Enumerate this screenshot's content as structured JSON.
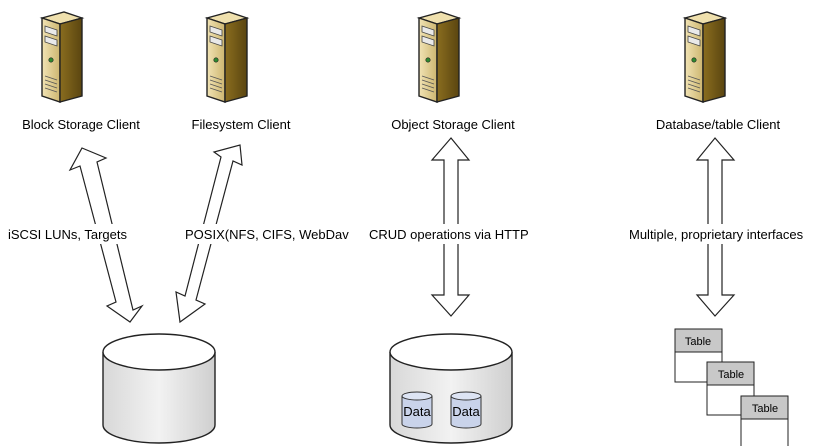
{
  "clients": [
    {
      "name": "Block Storage Client"
    },
    {
      "name": "Filesystem Client"
    },
    {
      "name": "Object Storage Client"
    },
    {
      "name": "Database/table Client"
    }
  ],
  "interfaces": [
    "iSCSI LUNs, Targets",
    "POSIX(NFS, CIFS, WebDav",
    "CRUD operations via HTTP",
    "Multiple, proprietary interfaces"
  ],
  "object_store": {
    "items": [
      "Data",
      "Data"
    ]
  },
  "tables": [
    "Table",
    "Table",
    "Table"
  ],
  "colors": {
    "arrow_fill": "#ffffff",
    "stroke": "#000000",
    "disk_fill": "#e6e6e6",
    "data_fill": "#c9d3ea",
    "table_header": "#c8c8c8",
    "server_body": "#d8c48a"
  }
}
